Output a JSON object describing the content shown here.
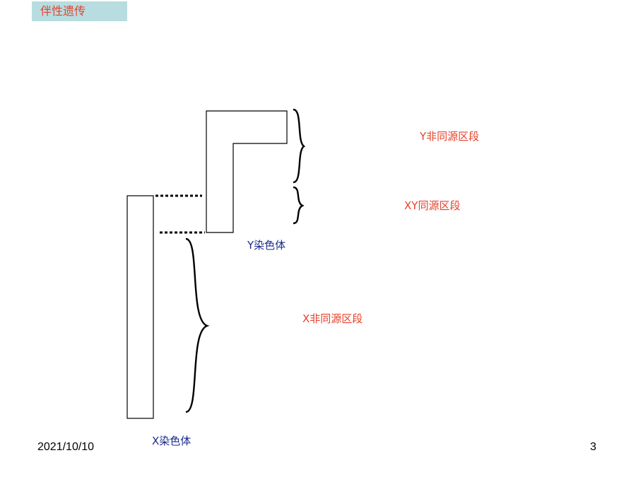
{
  "header": {
    "title": "伴性遗传"
  },
  "diagram": {
    "labels": {
      "y_nonhomologous": "Y非同源区段",
      "xy_homologous": "XY同源区段",
      "x_nonhomologous": "X非同源区段",
      "y_chromosome": "Y染色体",
      "x_chromosome": "X染色体"
    },
    "colors": {
      "region_label": "#e8402a",
      "chromosome_label": "#1a2a8a",
      "title_background": "#b7dde0"
    }
  },
  "footer": {
    "date": "2021/10/10",
    "page_number": "3"
  }
}
